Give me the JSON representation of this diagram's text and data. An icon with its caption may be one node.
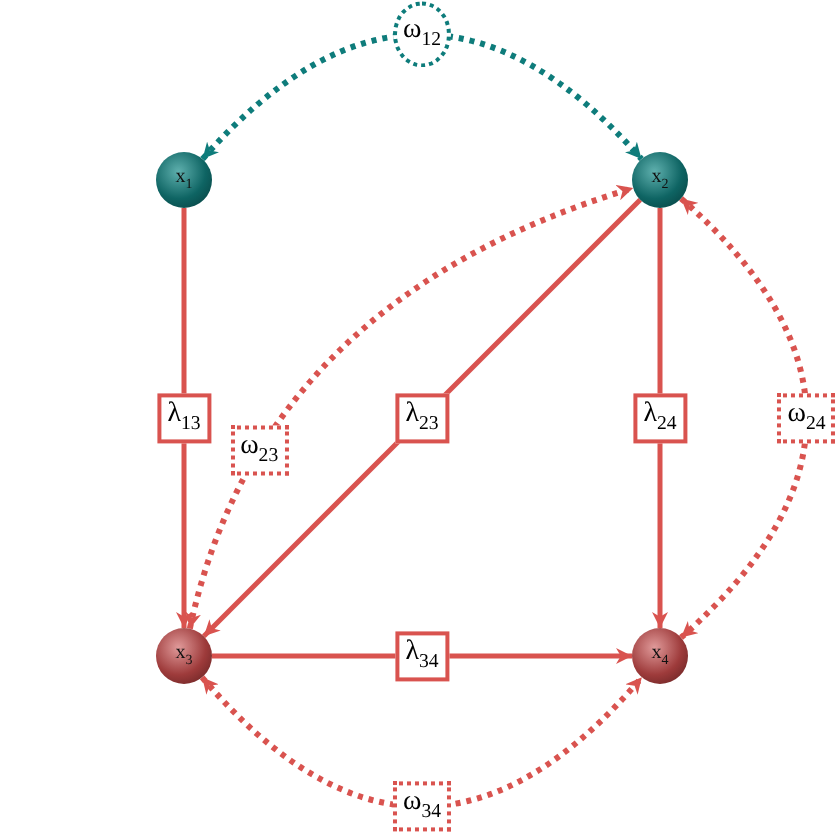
{
  "diagram": {
    "nodes": [
      {
        "text": [
          "x$_{1}$"
        ]
      },
      {
        "text": [
          "x$_{2}$"
        ]
      },
      {
        "text": [
          "x$_{3}$"
        ]
      },
      {
        "text": [
          "x$_{4}$"
        ]
      }
    ],
    "edges": [
      {
        "from": 0,
        "to": 1,
        "arrow": "both",
        "label": "ω$_{12}$",
        "style": "dashed",
        "color": "#0e7c7b"
      },
      {
        "from": 0,
        "to": 2,
        "arrow": "to",
        "label": "λ$_{13}$"
      },
      {
        "from": 1,
        "to": 2,
        "arrow": "to",
        "label": "λ$_{23}$"
      },
      {
        "from": 1,
        "to": 3,
        "arrow": "to",
        "label": "λ$_{24}$"
      },
      {
        "from": 2,
        "to": 3,
        "arrow": "to",
        "label": "λ$_{34}$"
      },
      {
        "from": 2,
        "to": 1,
        "arrow": "both",
        "label": "ω$_{23}$",
        "style": "dashed"
      },
      {
        "from": 1,
        "to": 3,
        "arrow": "both",
        "label": "ω$_{24}$",
        "style": "dashed"
      },
      {
        "from": 2,
        "to": 3,
        "arrow": "both",
        "label": "ω$_{34}$",
        "style": "dashed"
      }
    ]
  }
}
